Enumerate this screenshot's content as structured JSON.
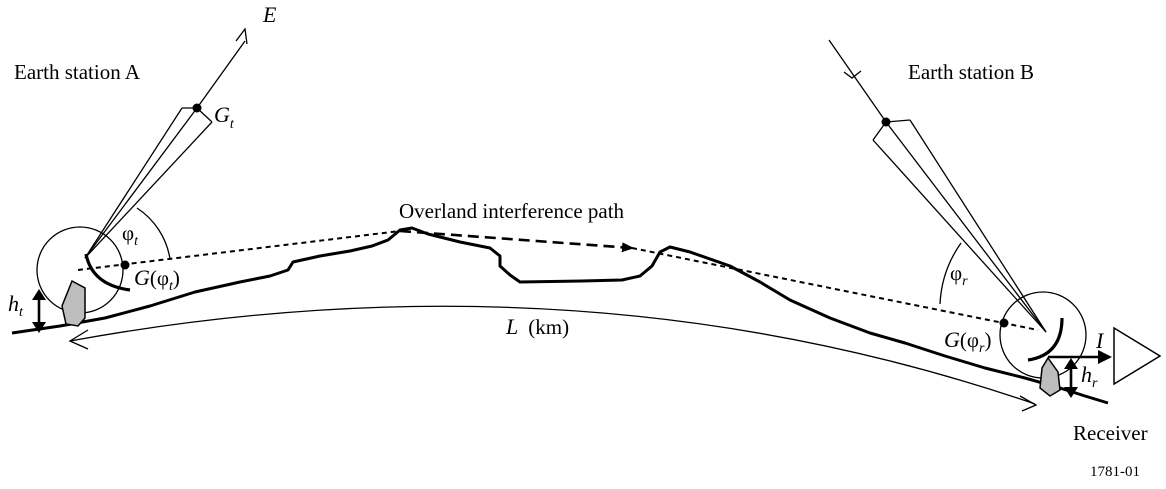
{
  "labels": {
    "station_a": "Earth station A",
    "station_b": "Earth station B",
    "path": "Overland interference path",
    "distance_var": "L",
    "distance_unit": "(km)",
    "receiver": "Receiver",
    "figure_id": "1781-01"
  },
  "symbols": {
    "E": "E",
    "Gt_main": "G",
    "Gt_sub": "t",
    "phi_t_main": "φ",
    "phi_t_sub": "t",
    "G_phi_t_G": "G",
    "G_phi_t_open": "(φ",
    "G_phi_t_sub": "t",
    "G_phi_t_close": ")",
    "ht_main": "h",
    "ht_sub": "t",
    "phi_r_main": "φ",
    "phi_r_sub": "r",
    "G_phi_r_G": "G",
    "G_phi_r_open": "(φ",
    "G_phi_r_sub": "r",
    "G_phi_r_close": ")",
    "hr_main": "h",
    "hr_sub": "r",
    "I": "I"
  },
  "colors": {
    "ink": "#000000",
    "antenna_mount": "#bdbdbd",
    "background": "#ffffff"
  }
}
